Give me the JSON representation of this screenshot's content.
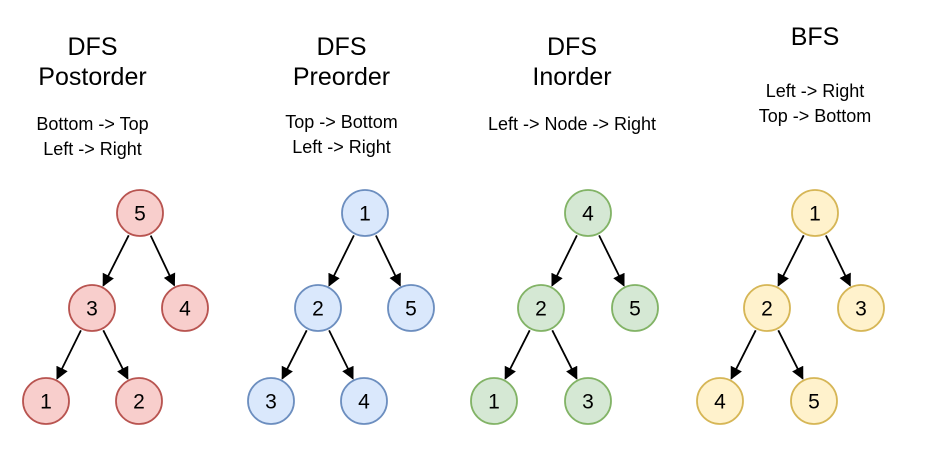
{
  "panels": [
    {
      "title": "DFS\nPostorder",
      "subtitle": "Bottom -> Top\nLeft -> Right",
      "fill": "#f8cecc",
      "stroke": "#b85450",
      "nodes": [
        "5",
        "3",
        "4",
        "1",
        "2"
      ]
    },
    {
      "title": "DFS\nPreorder",
      "subtitle": "Top -> Bottom\nLeft -> Right",
      "fill": "#dae8fc",
      "stroke": "#6c8ebf",
      "nodes": [
        "1",
        "2",
        "5",
        "3",
        "4"
      ]
    },
    {
      "title": "DFS\nInorder",
      "subtitle": "Left -> Node -> Right",
      "fill": "#d5e8d4",
      "stroke": "#82b366",
      "nodes": [
        "4",
        "2",
        "5",
        "1",
        "3"
      ]
    },
    {
      "title": "BFS",
      "subtitle": "Left -> Right\nTop -> Bottom",
      "fill": "#fff2cc",
      "stroke": "#d6b656",
      "nodes": [
        "1",
        "2",
        "3",
        "4",
        "5"
      ]
    }
  ]
}
